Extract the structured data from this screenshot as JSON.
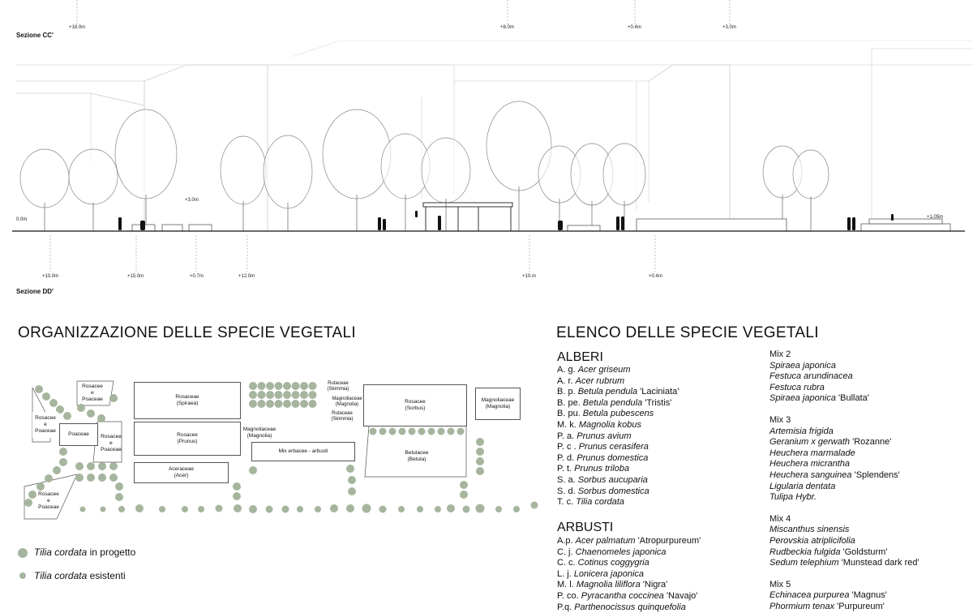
{
  "section_top": {
    "label": "Sezione CC'",
    "elevations": [
      "+18.0m",
      "+8.0m",
      "+0.4m",
      "+3.0m"
    ]
  },
  "section_main": {
    "ground_label": "0.0m",
    "mid_label": "+3.0m",
    "right_label": "+1.05m"
  },
  "section_bottom": {
    "label": "Sezione DD'",
    "elevations": [
      "+10.0m",
      "+15.0m",
      "+0.7m",
      "+12.0m",
      "+10.m",
      "+0.4m"
    ]
  },
  "organization": {
    "title": "ORGANIZZAZIONE DELLE SPECIE VEGETALI",
    "zones": {
      "rosacee_poaceae_1": "Rosacee\ne\nPoaceae",
      "rosacee_poaceae_2": "Rosacee\ne\nPoaceae",
      "poaceae": "Poaceae",
      "rosacee_poaceae_3": "Rosacee\ne\nPoaceae",
      "rosacee_poaceae_4": "Rosacee\ne\nPoaceae",
      "rosaceae_spiraea": "Rosaceae\n(Spiraea)",
      "rosacee_prunus": "Rosacee\n(Prunus)",
      "aceraceae_acer": "Aceraceae\n(Acer)",
      "magnoliaceae_1": "Magnoliaceae\n(Magnolia)",
      "mix_erbacee": "Mix erbacee - arbusti",
      "rutaceae_1": "Rutaceae\n(Skimmia)",
      "magnoliaceae_2": "Magnoliaceae\n(Magnolia)",
      "rutaceae_2": "Rutaceae\n(Skimmia)",
      "rosacee_sorbus": "Rosacee\n(Sorbus)",
      "betulacee_betula": "Betulacee\n(Betula)",
      "magnoliaceae_3": "Magnoliaceae\n(Magnolia)"
    },
    "legend": {
      "project_italic": "Tilia cordata",
      "project_rest": " in progetto",
      "existing_italic": "Tilia cordata",
      "existing_rest": " esistenti"
    },
    "colors": {
      "tree_fill": "#a6b59e"
    }
  },
  "species_list": {
    "title": "ELENCO DELLE SPECIE VEGETALI",
    "alberi_heading": "ALBERI",
    "alberi": [
      {
        "abbr": "A. g. ",
        "name": "Acer griseum",
        "cultivar": ""
      },
      {
        "abbr": "A. r. ",
        "name": "Acer rubrum",
        "cultivar": ""
      },
      {
        "abbr": "B. p. ",
        "name": "Betula pendula",
        "cultivar": " 'Laciniata'"
      },
      {
        "abbr": "B. pe. ",
        "name": "Betula pendula",
        "cultivar": " 'Tristis'"
      },
      {
        "abbr": "B. pu. ",
        "name": "Betula pubescens",
        "cultivar": ""
      },
      {
        "abbr": "M. k. ",
        "name": "Magnolia kobus",
        "cultivar": ""
      },
      {
        "abbr": "P. a. ",
        "name": "Prunus avium",
        "cultivar": ""
      },
      {
        "abbr": "P. c . ",
        "name": "Prunus cerasifera",
        "cultivar": ""
      },
      {
        "abbr": "P. d. ",
        "name": "Prunus domestica",
        "cultivar": ""
      },
      {
        "abbr": "P. t. ",
        "name": "Prunus triloba",
        "cultivar": ""
      },
      {
        "abbr": "S. a. ",
        "name": "Sorbus aucuparia",
        "cultivar": ""
      },
      {
        "abbr": "S. d. ",
        "name": "Sorbus domestica",
        "cultivar": ""
      },
      {
        "abbr": "T. c. ",
        "name": "Tilia cordata",
        "cultivar": ""
      }
    ],
    "arbusti_heading": "ARBUSTI",
    "arbusti": [
      {
        "abbr": "A.p. ",
        "name": "Acer palmatum",
        "cultivar": " 'Atropurpureum'"
      },
      {
        "abbr": "C. j. ",
        "name": "Chaenomeles japonica",
        "cultivar": ""
      },
      {
        "abbr": "C. c. ",
        "name": "Cotinus coggygria",
        "cultivar": ""
      },
      {
        "abbr": "L. j. ",
        "name": "Lonicera japonica",
        "cultivar": ""
      },
      {
        "abbr": "M. l. ",
        "name": "Magnolia liliflora",
        "cultivar": " 'Nigra'"
      },
      {
        "abbr": "P. co. ",
        "name": "Pyracantha coccinea",
        "cultivar": " 'Navajo'"
      },
      {
        "abbr": "P.q. ",
        "name": "Parthenocissus quinquefolia",
        "cultivar": ""
      }
    ],
    "mixes": [
      {
        "title": "Mix 2",
        "items": [
          {
            "name": "Spiraea japonica",
            "cultivar": ""
          },
          {
            "name": "Festuca arundinacea",
            "cultivar": ""
          },
          {
            "name": "Festuca rubra",
            "cultivar": ""
          },
          {
            "name": "Spiraea japonica",
            "cultivar": " 'Bullata'"
          }
        ]
      },
      {
        "title": "Mix 3",
        "items": [
          {
            "name": "Artemisia frigida",
            "cultivar": ""
          },
          {
            "name": "Geranium x gerwath",
            "cultivar": " 'Rozanne'"
          },
          {
            "name": "Heuchera marmalade",
            "cultivar": ""
          },
          {
            "name": "Heuchera micrantha",
            "cultivar": ""
          },
          {
            "name": "Heuchera sanguinea",
            "cultivar": " 'Splendens'"
          },
          {
            "name": "Ligularia dentata",
            "cultivar": ""
          },
          {
            "name": "Tulipa Hybr.",
            "cultivar": ""
          }
        ]
      },
      {
        "title": "Mix 4",
        "items": [
          {
            "name": "Miscanthus sinensis",
            "cultivar": ""
          },
          {
            "name": "Perovskia atriplicifolia",
            "cultivar": ""
          },
          {
            "name": "Rudbeckia fulgida",
            "cultivar": " 'Goldsturm'"
          },
          {
            "name": "Sedum telephium",
            "cultivar": " 'Munstead dark red'"
          }
        ]
      },
      {
        "title": "Mix 5",
        "items": [
          {
            "name": "Echinacea purpurea",
            "cultivar": " 'Magnus'"
          },
          {
            "name": "Phormium tenax",
            "cultivar": " 'Purpureum'"
          }
        ]
      }
    ]
  }
}
